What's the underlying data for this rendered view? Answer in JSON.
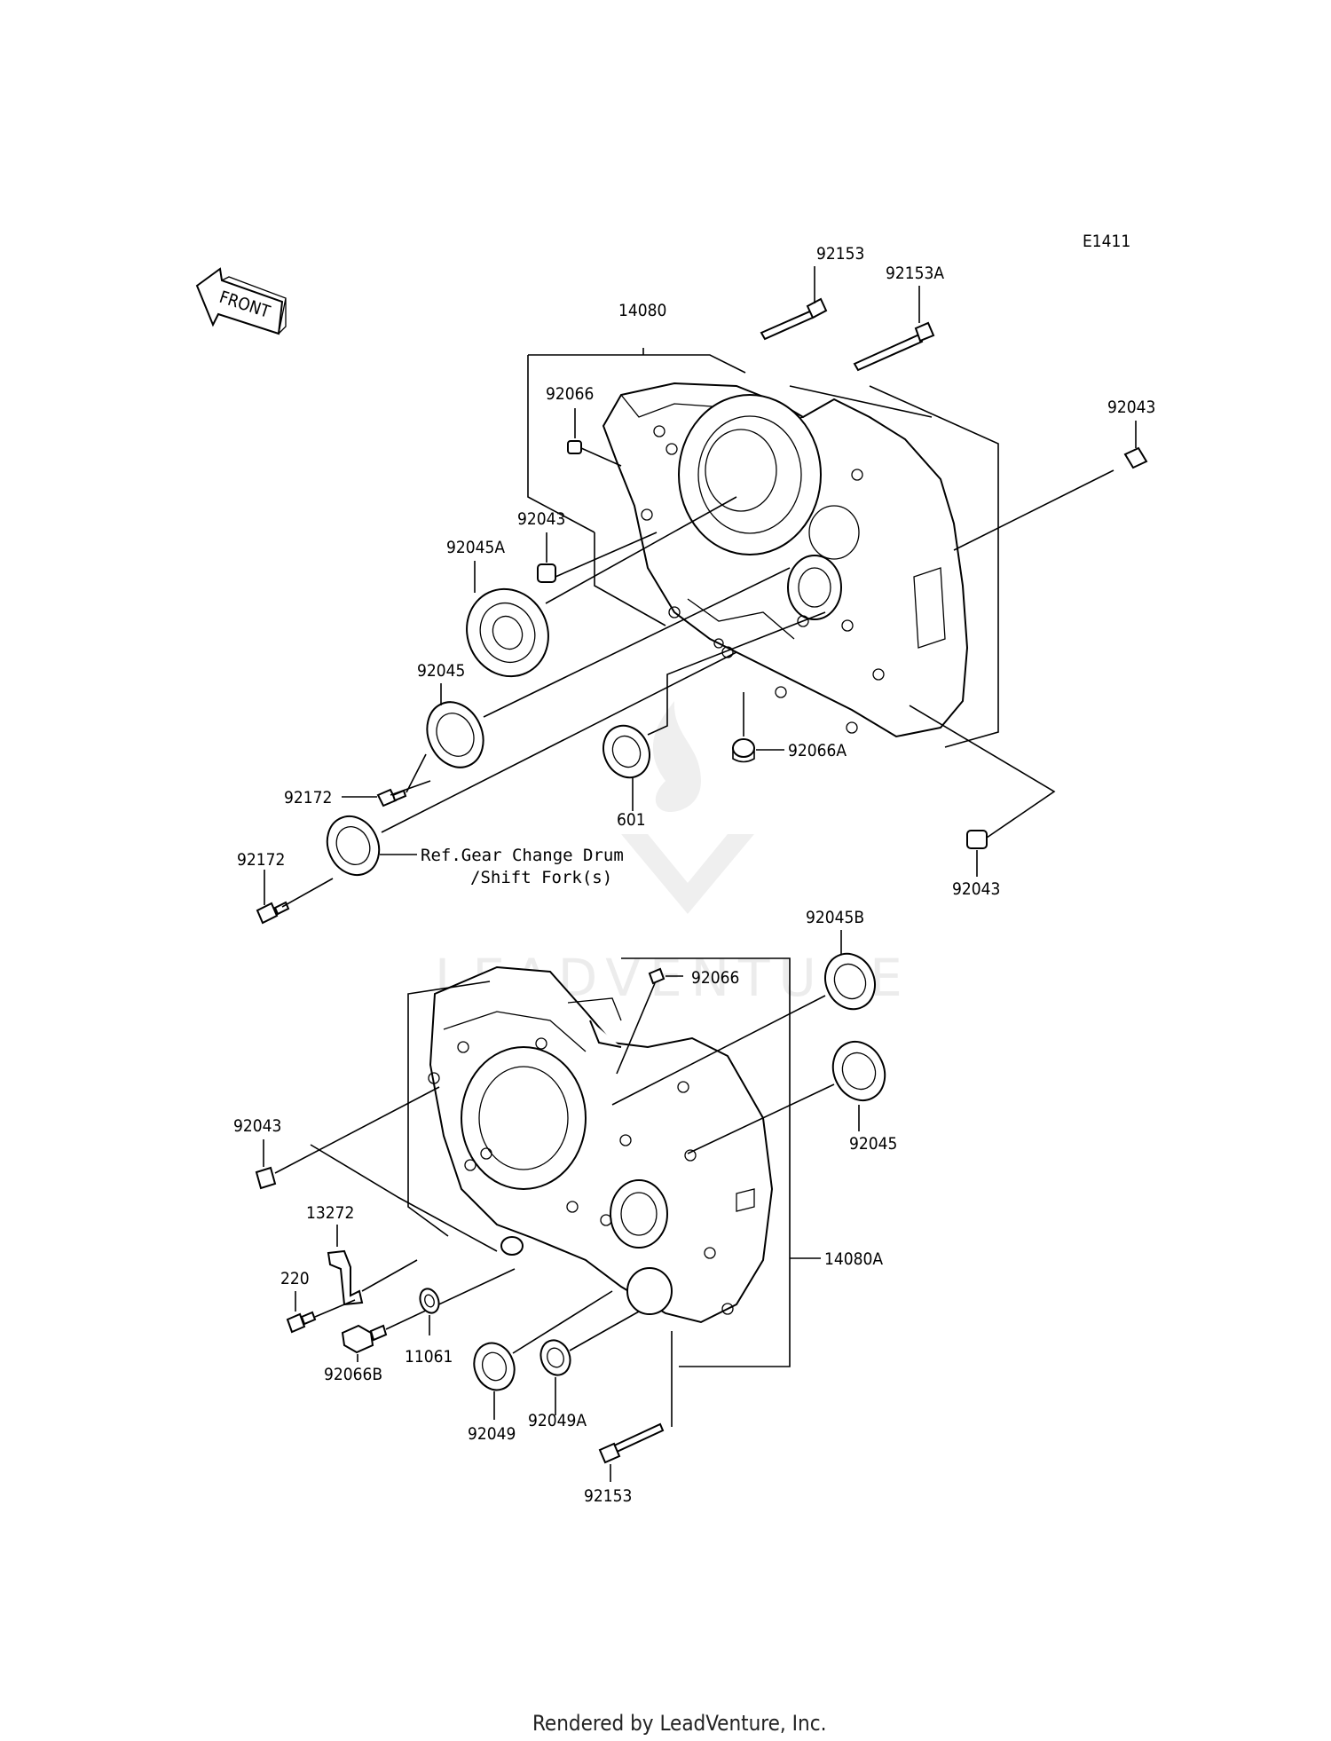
{
  "figure_code": "E1411",
  "front_label": "FRONT",
  "watermark": "LEADVENTURE",
  "footer": "Rendered by LeadVenture, Inc.",
  "reference_note": {
    "line1": "Ref.Gear Change Drum",
    "line2": "/Shift Fork(s)"
  },
  "callouts": {
    "top_bolt": "92153",
    "top_bolt_a": "92153A",
    "upper_case": "14080",
    "upper_pin": "92066",
    "upper_dowel_right": "92043",
    "upper_dowel_left": "92043",
    "bearing_a": "92045A",
    "bearing_left": "92045",
    "bearing_601": "601",
    "pin_a": "92066A",
    "screw_upper": "92172",
    "screw_lower": "92172",
    "dowel_bottom_right": "92043",
    "bearing_b": "92045B",
    "lower_pin": "92066",
    "lower_dowel": "92043",
    "lower_bearing": "92045",
    "bracket": "13272",
    "lower_case": "14080A",
    "screw_220": "220",
    "washer": "11061",
    "drain_plug": "92066B",
    "seal": "92049",
    "seal_a": "92049A",
    "bottom_bolt": "92153"
  }
}
